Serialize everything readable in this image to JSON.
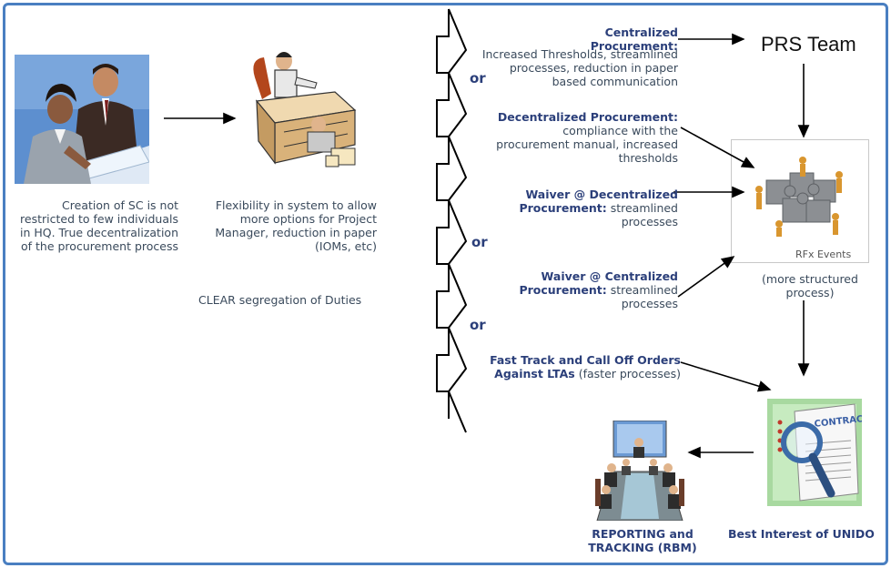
{
  "left": {
    "caption": "Creation of SC is not restricted to few individuals in HQ. True decentralization of the procurement process"
  },
  "middle": {
    "caption": "Flexibility in system to allow more options for Project Manager, reduction in paper (IOMs, etc)",
    "segregation": "CLEAR segregation of Duties"
  },
  "options": {
    "centralized_title": "Centralized Procurement:",
    "centralized_desc": "Increased Thresholds, streamlined processes, reduction in paper based communication",
    "decentralized_title": "Decentralized Procurement:",
    "decentralized_desc": "compliance with the procurement manual, increased thresholds",
    "waiver_decentralized_title": "Waiver @ Decentralized Procurement:",
    "waiver_decentralized_desc": "streamlined processes",
    "waiver_centralized_title": "Waiver @ Centralized Procurement:",
    "waiver_centralized_desc": "streamlined processes",
    "fasttrack_title": "Fast Track and Call Off Orders Against LTAs",
    "fasttrack_desc": "(faster processes)",
    "or_label": "or"
  },
  "right": {
    "prs_team": "PRS Team",
    "rfx_label": "RFx Events",
    "rfx_note": "(more structured process)",
    "contract_word": "CONTRACT",
    "best_interest": "Best Interest of UNIDO",
    "reporting": "REPORTING and TRACKING (RBM)"
  },
  "colors": {
    "frame": "#4a7fc1",
    "navy": "#2b3f7a",
    "text": "#3a4a5c"
  }
}
